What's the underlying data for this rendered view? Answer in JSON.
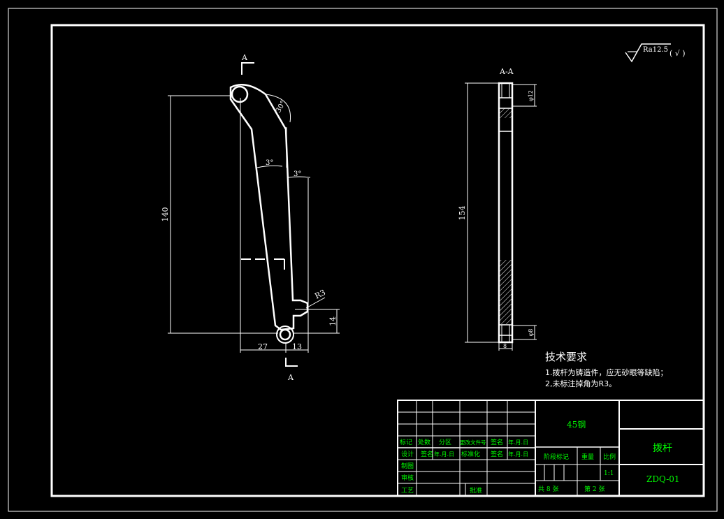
{
  "drawing": {
    "section_mark": "A",
    "section_view_title": "A-A",
    "roughness_symbol": "Ra12.5",
    "roughness_note": "( √ )",
    "dimensions": {
      "height_140": "140",
      "width_27": "27",
      "width_13": "13",
      "height_14": "14",
      "radius_r3": "R3",
      "angle_3_a": "3°",
      "angle_3_b": "3°",
      "angle_30": "30°",
      "section_length_154": "154",
      "section_dia_12": "φ12",
      "section_dia_8": "φ8",
      "section_width_8": "8"
    }
  },
  "tech_requirements": {
    "title": "技术要求",
    "line1": "1.拨杆为铸造件，应无砂眼等缺陷；",
    "line2": "2,未标注掉角为R3。"
  },
  "title_block": {
    "material": "45钢",
    "part_name": "拨杆",
    "drawing_no": "ZDQ-01",
    "headers": {
      "mark": "标记",
      "count": "处数",
      "zone": "分区",
      "change_doc": "更改文件号",
      "signature": "签名",
      "date": "年.月.日",
      "design": "设计",
      "signature2": "签名",
      "date2": "年.月.日",
      "standardization": "标准化",
      "signature3": "签名",
      "date3": "年.月.日",
      "draw": "制图",
      "review": "审核",
      "process": "工艺",
      "approve": "批准",
      "stage_mark": "阶段标记",
      "weight": "重量",
      "scale": "比例",
      "scale_value": "1:1",
      "total_sheets": "共  8  张",
      "sheet_no": "第  2  张"
    }
  },
  "colors": {
    "line": "#ffffff",
    "dim": "#ffffff",
    "table_text": "#00ff00",
    "background": "#000000"
  }
}
